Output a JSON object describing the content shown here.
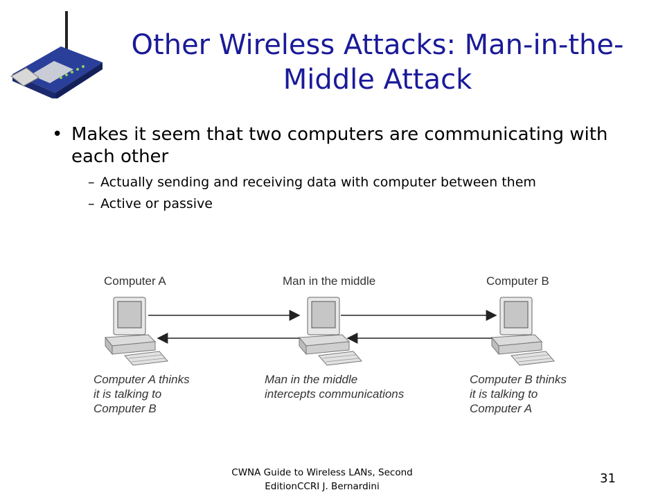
{
  "slide": {
    "title": "Other Wireless Attacks: Man-in-the-Middle Attack",
    "bullet": "Makes it seem that two computers are communicating with each other",
    "subbullets": [
      "Actually sending and receiving data with computer between them",
      "Active or passive"
    ],
    "bullet_marker": "•",
    "dash_marker": "–",
    "icon": "wireless-router-icon"
  },
  "diagram": {
    "labels": [
      "Computer A",
      "Man in the middle",
      "Computer B"
    ],
    "captions": [
      "Computer A thinks\nit is talking to\nComputer B",
      "Man in the middle\nintercepts communications",
      "Computer B thinks\nit is talking to\nComputer A"
    ]
  },
  "footer": {
    "text": "CWNA Guide to Wireless LANs, Second EditionCCRI J. Bernardini",
    "page": "31"
  }
}
